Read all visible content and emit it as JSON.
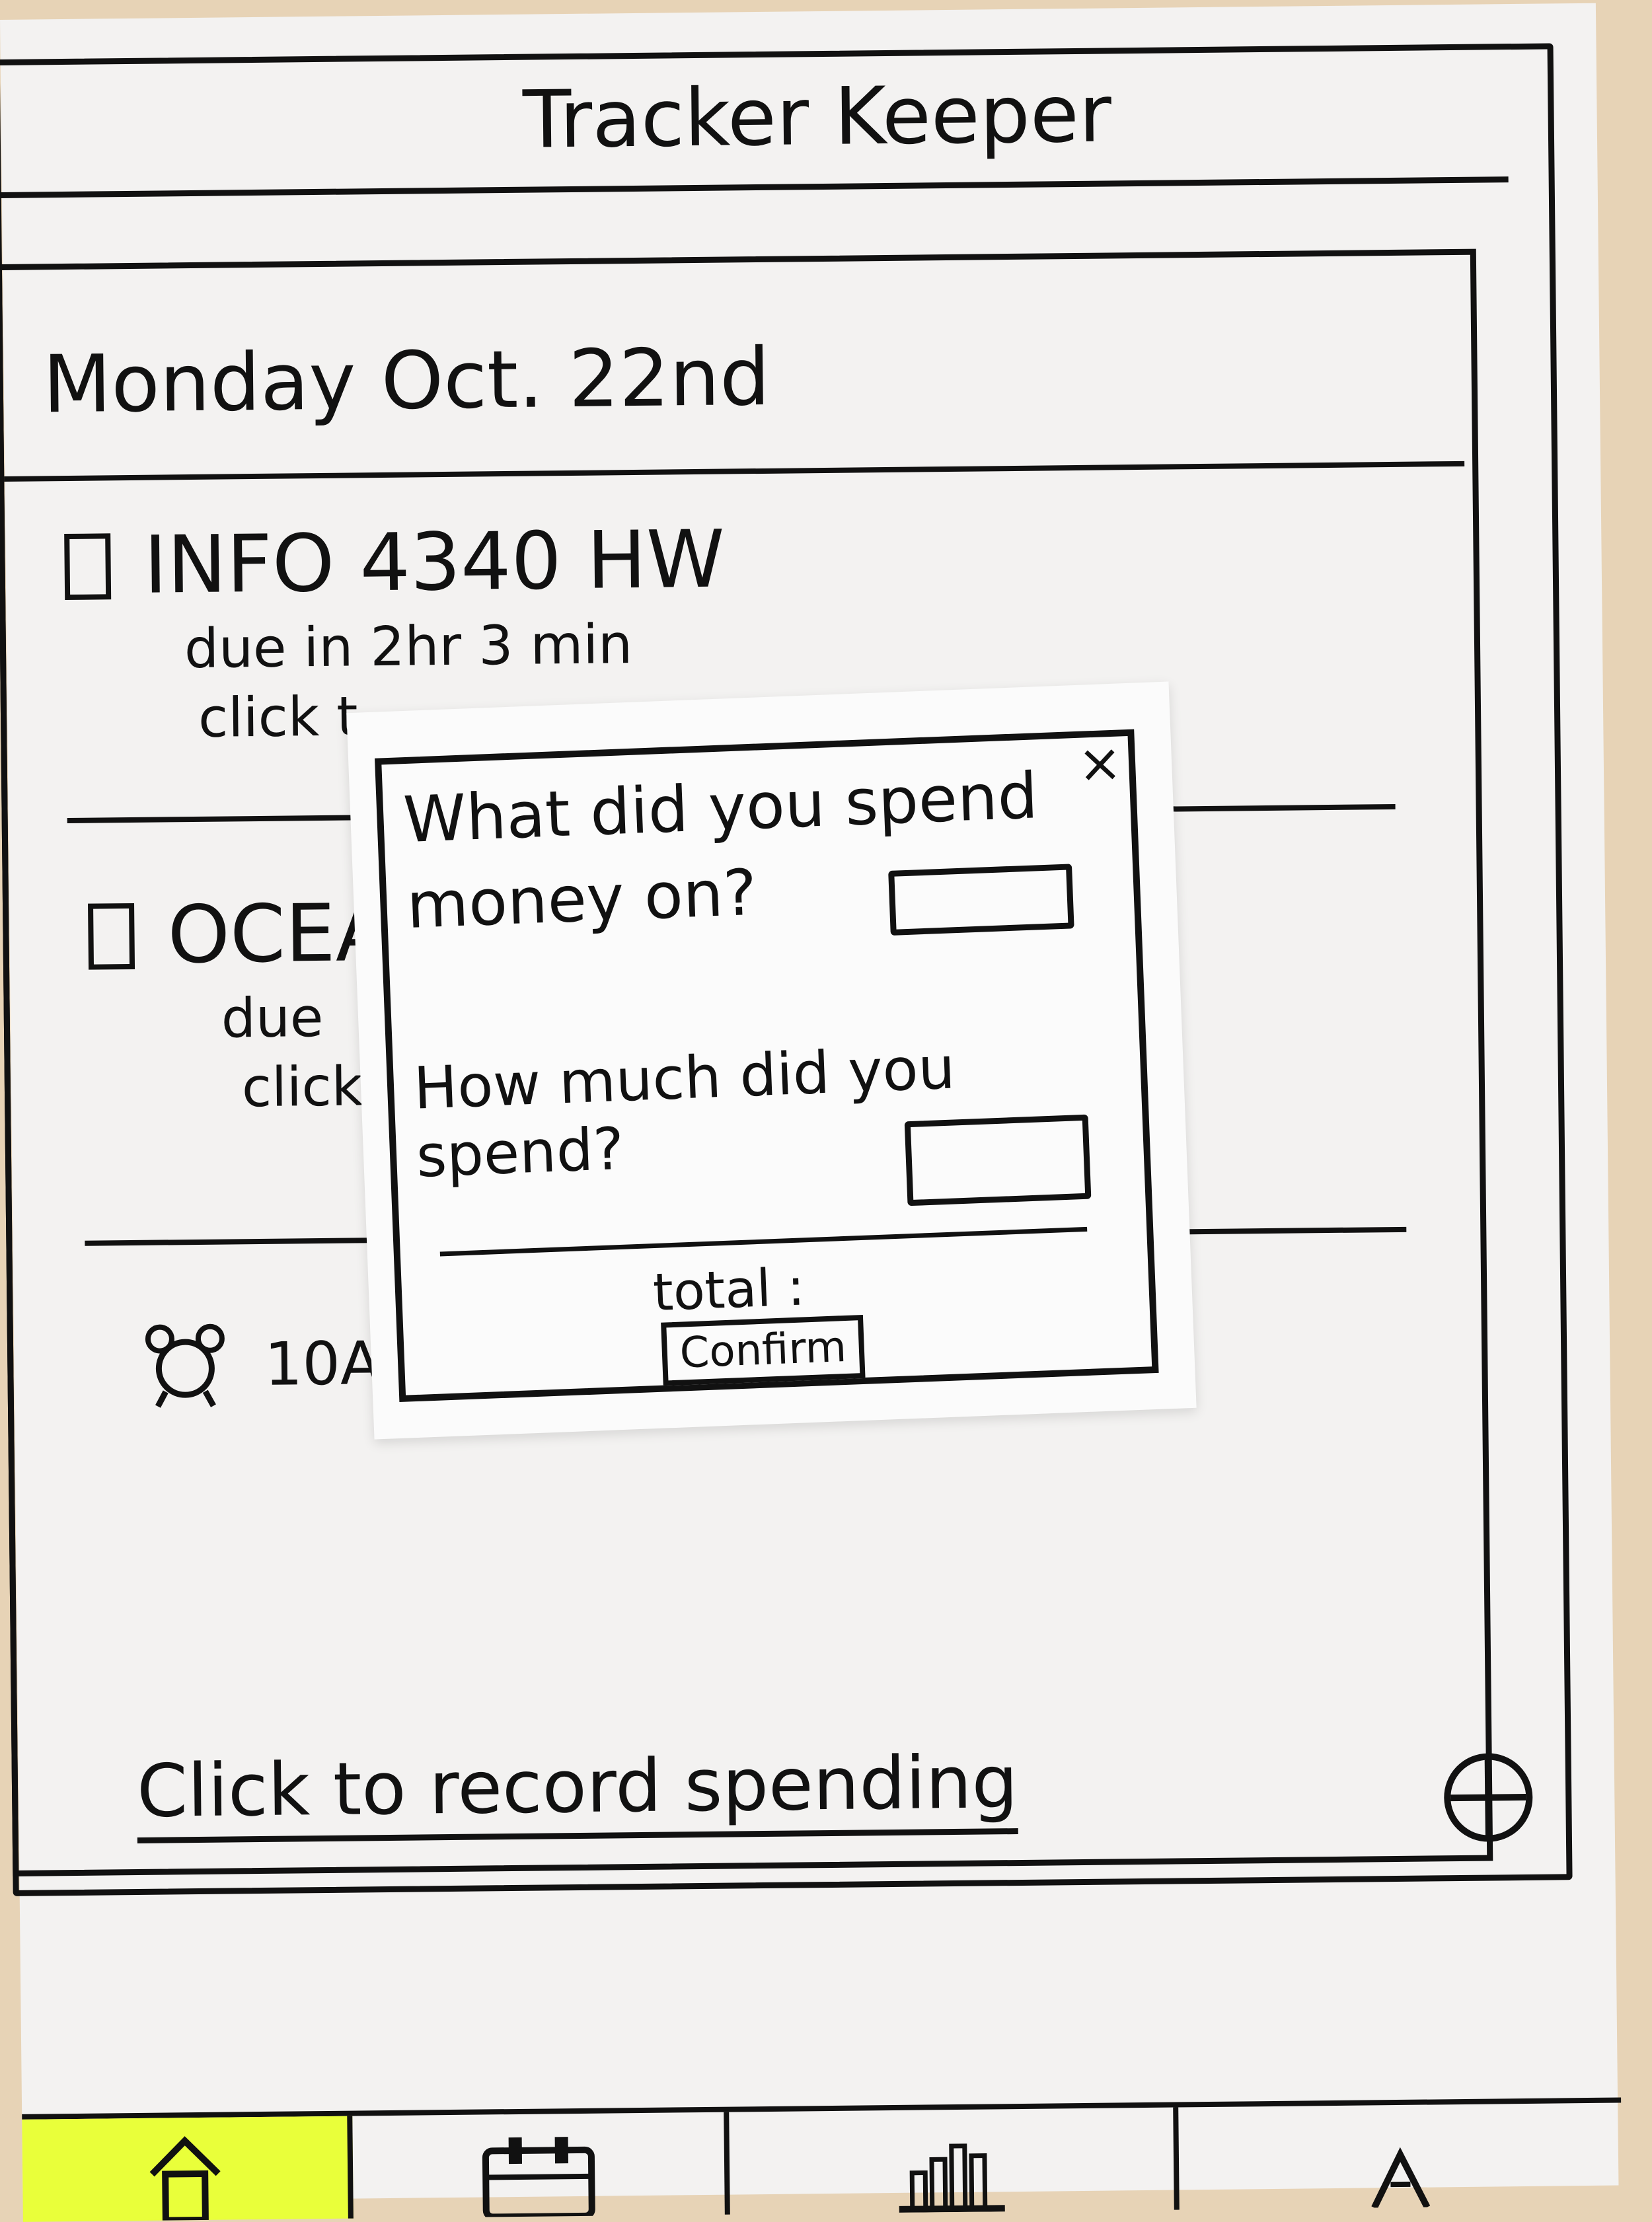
{
  "app": {
    "title": "Tracker Keeper"
  },
  "header": {
    "date": "Monday Oct. 22nd"
  },
  "tasks": [
    {
      "title": "INFO 4340 HW",
      "due": "due in 2hr 3 min",
      "link": "click t"
    },
    {
      "title": "OCEA",
      "due": "due",
      "link": "click"
    }
  ],
  "alarm": {
    "label": "10A"
  },
  "footer": {
    "record_link": "Click to record spending"
  },
  "modal": {
    "question_money_on": "What did you spend money on?",
    "question_how_much": "How much did you spend?",
    "total_label": "total :",
    "confirm_label": "Confirm",
    "close_icon": "×"
  },
  "nav": {
    "tabs": [
      {
        "name": "home",
        "icon": "home-icon",
        "active": true
      },
      {
        "name": "calendar",
        "icon": "calendar-icon",
        "active": false
      },
      {
        "name": "stats",
        "icon": "bar-chart-icon",
        "active": false
      },
      {
        "name": "profile",
        "icon": "person-icon",
        "active": false
      }
    ]
  },
  "colors": {
    "highlight": "#e9ff3a",
    "ink": "#111111",
    "paper": "#f3f2f1"
  }
}
